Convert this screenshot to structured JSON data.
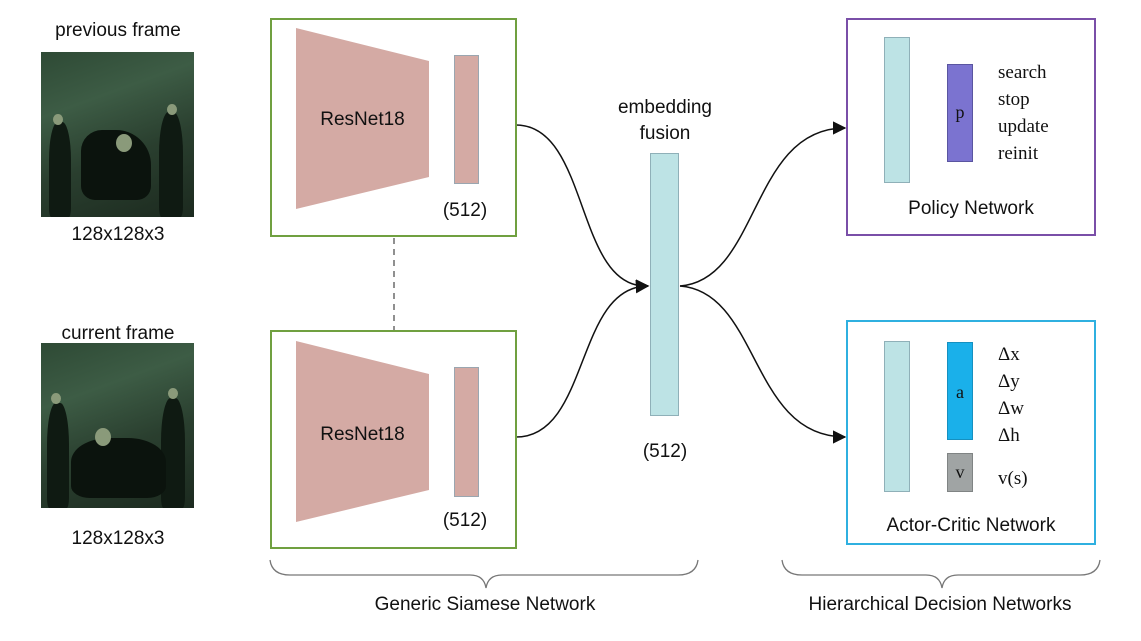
{
  "inputs": {
    "previous_label": "previous frame",
    "previous_size": "128x128x3",
    "current_label": "current frame",
    "current_size": "128x128x3"
  },
  "siamese": {
    "top_backbone": "ResNet18",
    "top_dim": "(512)",
    "bottom_backbone": "ResNet18",
    "bottom_dim": "(512)",
    "group_label": "Generic Siamese Network",
    "border_color": "#70a040"
  },
  "fusion": {
    "label_line1": "embedding",
    "label_line2": "fusion",
    "dim": "(512)"
  },
  "policy": {
    "title": "Policy Network",
    "output_label": "p",
    "actions": [
      "search",
      "stop",
      "update",
      "reinit"
    ],
    "border_color": "#7a4fa8",
    "output_color": "#7b73d0"
  },
  "actor_critic": {
    "title": "Actor-Critic Network",
    "actor_label": "a",
    "critic_label": "v",
    "actor_outputs": [
      "Δx",
      "Δy",
      "Δw",
      "Δh"
    ],
    "critic_output": "v(s)",
    "border_color": "#2fb0e0",
    "actor_color": "#1ab0ea",
    "critic_color": "#a0a4a4"
  },
  "decision_group_label": "Hierarchical Decision Networks",
  "colors": {
    "backbone": "#d4aaa4",
    "embedding": "#bde3e5"
  }
}
